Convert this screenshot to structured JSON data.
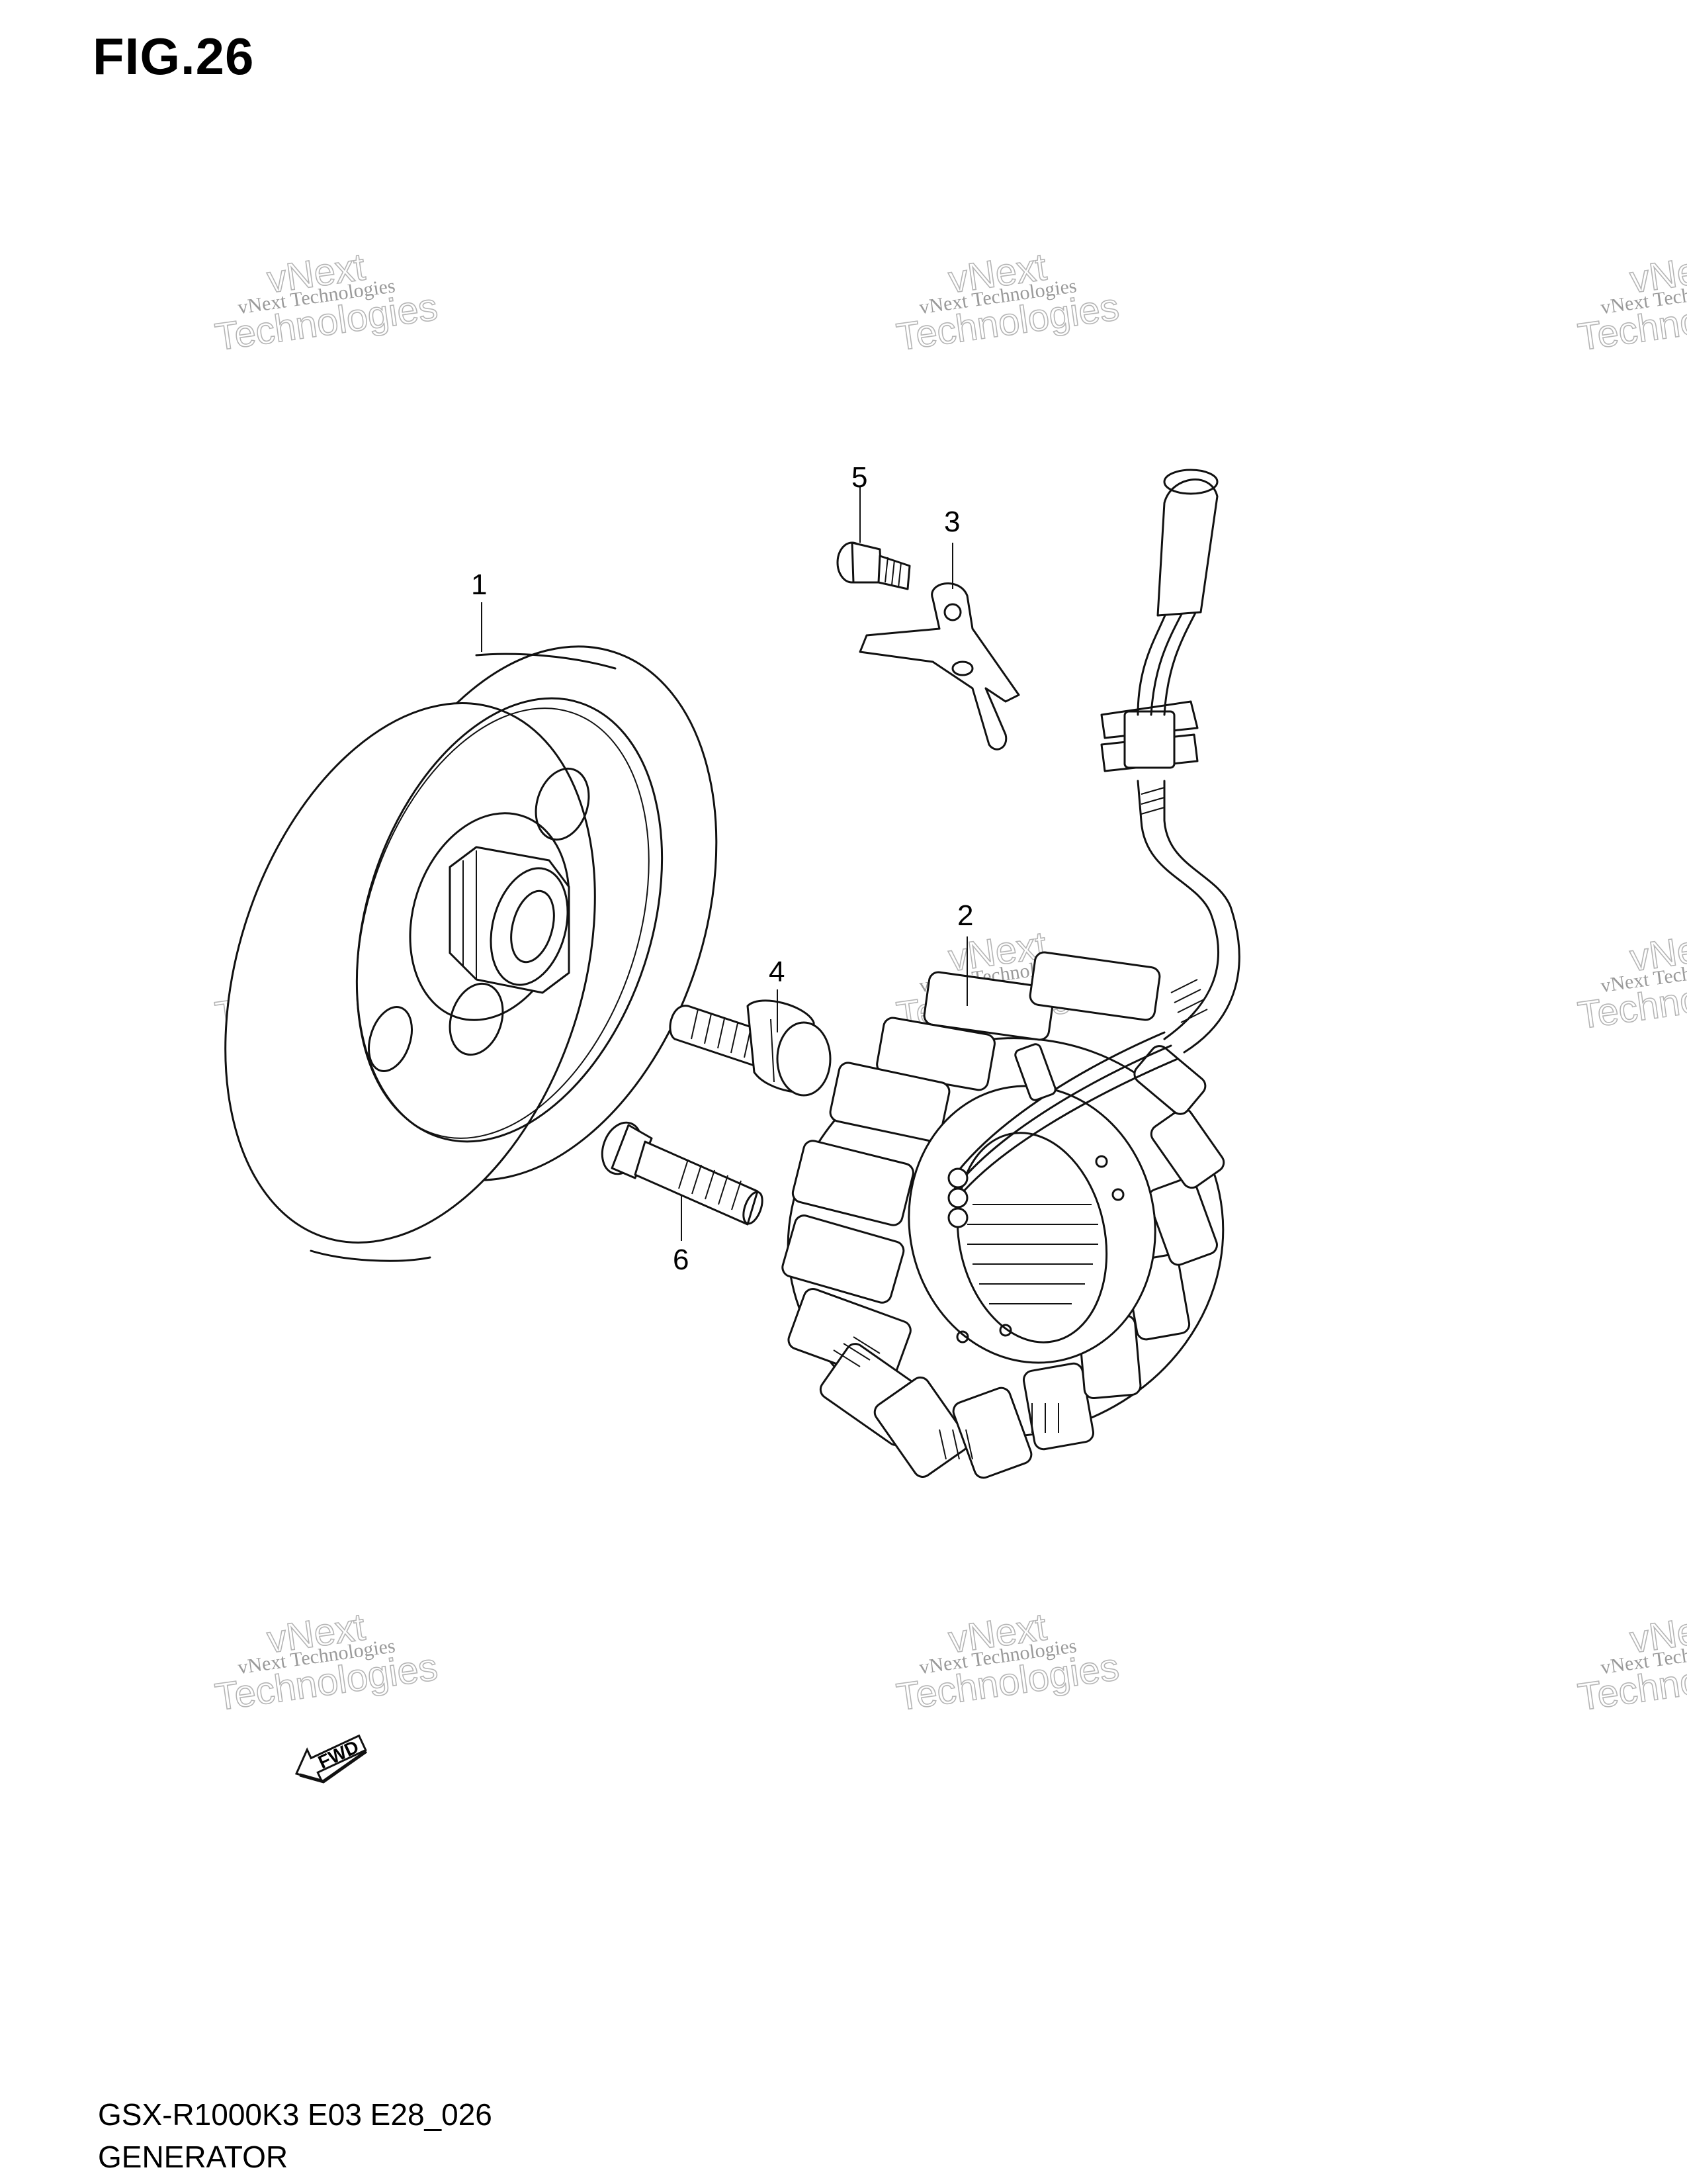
{
  "figure": {
    "title": "FIG.26"
  },
  "callouts": [
    "1",
    "2",
    "3",
    "4",
    "5",
    "6"
  ],
  "watermark": {
    "line1": "vNext",
    "line2": "vNext Technologies",
    "line3": "Technologies"
  },
  "fwd_arrow": {
    "label": "FWD"
  },
  "footer": {
    "model_code": "GSX-R1000K3 E03 E28_026",
    "part_name": "GENERATOR"
  }
}
